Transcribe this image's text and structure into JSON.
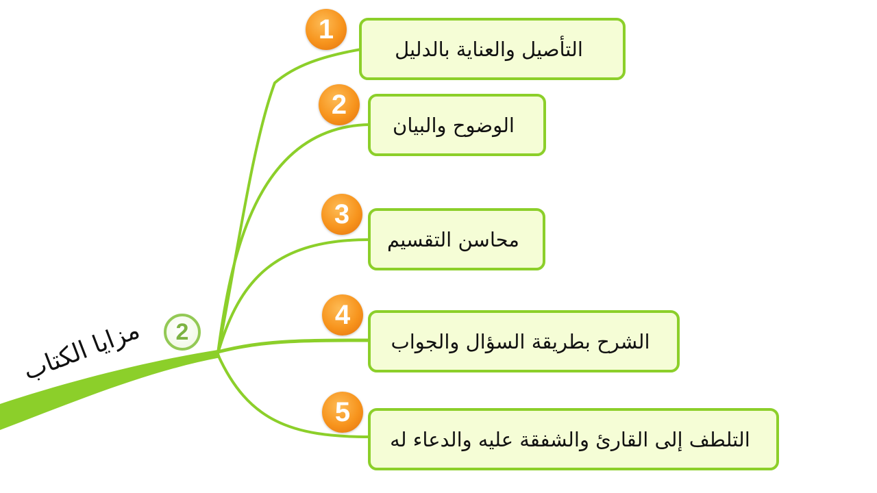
{
  "branch": {
    "title": "مزايا الكتاب",
    "badge": "2"
  },
  "items": [
    {
      "number": "1",
      "label": "التأصيل والعناية بالدليل"
    },
    {
      "number": "2",
      "label": "الوضوح والبيان"
    },
    {
      "number": "3",
      "label": "محاسن التقسيم"
    },
    {
      "number": "4",
      "label": "الشرح بطريقة السؤال والجواب"
    },
    {
      "number": "5",
      "label": "التلطف إلى القارئ والشفقة عليه والدعاء له"
    }
  ],
  "colors": {
    "branch_green": "#8ccf2a",
    "node_fill": "#f5fdd6",
    "number_badge_orange": "#f7941d",
    "branch_badge_green": "#93c955"
  }
}
